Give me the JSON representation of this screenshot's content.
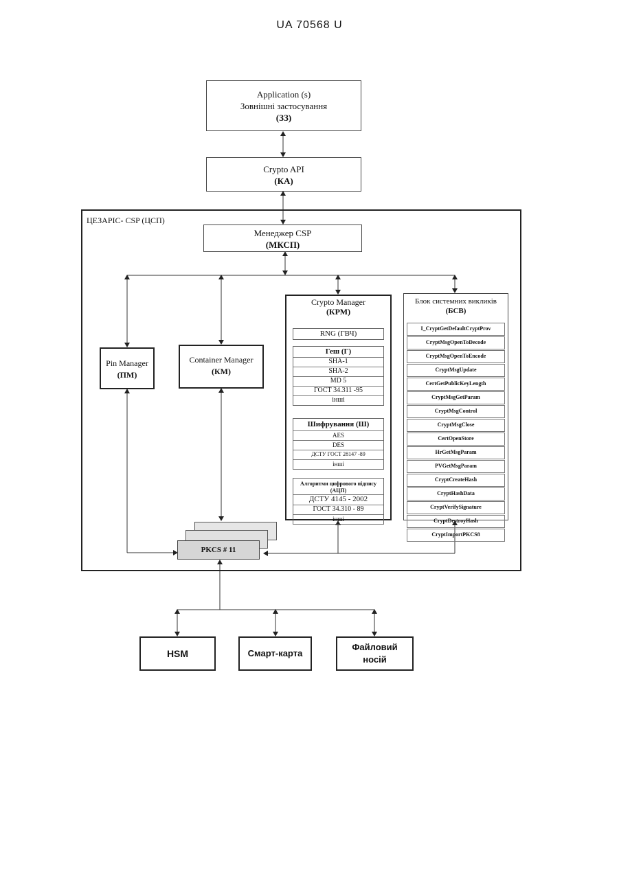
{
  "header": {
    "patent_no": "UA   70568   U"
  },
  "applications": {
    "line1": "Application (s)",
    "line2": "Зовнішні застосування",
    "abbr": "(ЗЗ)"
  },
  "crypto_api": {
    "line1": "Crypto API",
    "abbr": "(КА)"
  },
  "csp": {
    "title": "ЦЕЗАРІС- CSP   (ЦСП)"
  },
  "csp_manager": {
    "line1": "Менеджер CSP",
    "abbr": "(МКСП)"
  },
  "pin_manager": {
    "line1": "Pin Manager",
    "abbr": "(ПМ)"
  },
  "container_manager": {
    "line1": "Container Manager",
    "abbr": "(КМ)"
  },
  "crypto_manager": {
    "title": "Crypto Manager",
    "abbr": "(КРМ)",
    "rng": "RNG (ГВЧ)",
    "hash": {
      "title": "Геш  (Г)",
      "items": [
        "SHA-1",
        "SHA-2",
        "MD 5",
        "ГОСТ 34.311 -95",
        "інші"
      ]
    },
    "encryption": {
      "title": "Шифрування (Ш)",
      "items": [
        "AES",
        "DES",
        "ДСТУ ГОСТ 28147 -89",
        "інші"
      ]
    },
    "signature": {
      "title": "Алгоритми цифрового підпису",
      "abbr": "(АЦП)",
      "items": [
        "ДСТУ 4145 - 2002",
        "ГОСТ 34.310 - 89",
        "інші"
      ]
    }
  },
  "syscalls": {
    "title": "Блок системних викликів",
    "abbr": "(БСВ)",
    "items": [
      "I_CryptGetDefaultCryptProv",
      "CryptMsgOpenToDecode",
      "CryptMsgOpenToEncode",
      "CryptMsgUpdate",
      "CertGetPublicKeyLength",
      "CryptMsgGetParam",
      "CryptMsgControl",
      "CryptMsgClose",
      "CertOpenStore",
      "HrGetMsgParam",
      "PVGetMsgParam",
      "CryptCreateHash",
      "CryptHashData",
      "CryptVerifySignature",
      "CryptDestroyHash",
      "CryptImportPKCS8"
    ]
  },
  "pkcs": {
    "label": "PKCS # 11"
  },
  "devices": {
    "hsm": "HSM",
    "smartcard": "Смарт-карта",
    "file_line1": "Файловий",
    "file_line2": "носій"
  }
}
